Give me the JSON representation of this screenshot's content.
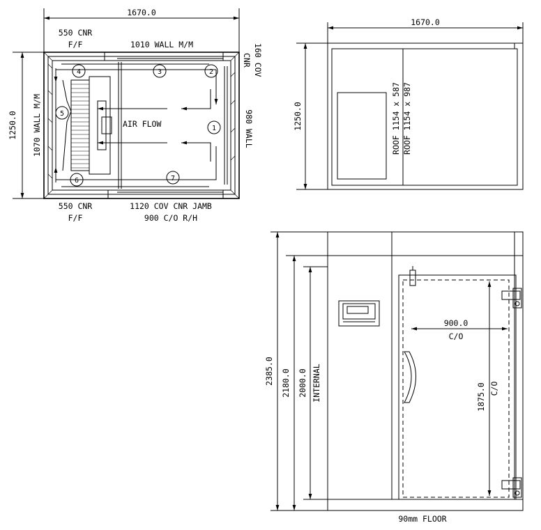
{
  "plan": {
    "overall_width": "1670.0",
    "overall_depth": "1250.0",
    "left_corner_top": "550 CNR",
    "left_corner_top_sub": "F/F",
    "top_wall": "1010 WALL M/M",
    "right_corner_top": "160 COV",
    "right_corner_top_sub": "CNR",
    "left_wall": "1070 WALL M/M",
    "right_wall": "980 WALL",
    "left_corner_bottom": "550 CNR",
    "left_corner_bottom_sub": "F/F",
    "bottom_jamb": "1120 COV CNR JAMB",
    "door_opening": "900 C/O  R/H",
    "airflow_label": "AIR FLOW",
    "markers": [
      "1",
      "2",
      "3",
      "4",
      "5",
      "6",
      "7"
    ]
  },
  "roof": {
    "width": "1670.0",
    "depth": "1250.0",
    "panel_a": "ROOF 1154 x 587",
    "panel_b": "ROOF 1154 x 987"
  },
  "elevation": {
    "overall_height": "2385.0",
    "panel_height": "2180.0",
    "internal_height": "2000.0",
    "internal_label": "INTERNAL",
    "door_width": "900.0",
    "door_width_label": "C/O",
    "door_height": "1875.0",
    "door_height_label": "C/O",
    "floor": "90mm FLOOR"
  }
}
